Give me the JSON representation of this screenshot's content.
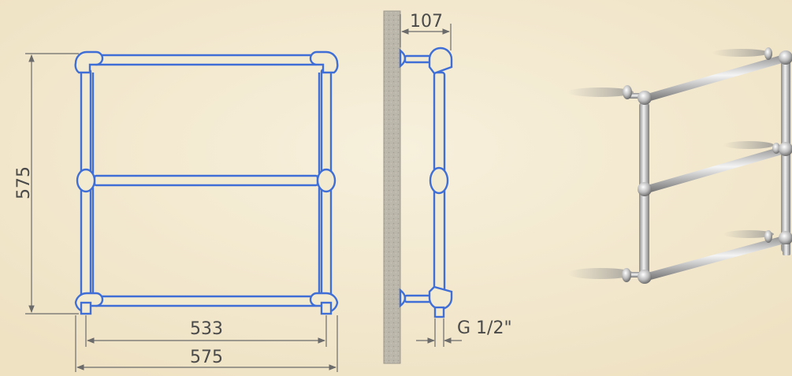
{
  "front_view": {
    "height_label": "575",
    "inner_width_label": "533",
    "outer_width_label": "575"
  },
  "side_view": {
    "depth_label": "107",
    "connection_label": "G 1/2\""
  },
  "colors": {
    "background": "#f3ead2",
    "drawing_blue": "#3f6fd6",
    "dimension_line": "#6b6b6b",
    "wall": "#bdb8ad",
    "chrome": "#c9c9c9"
  }
}
